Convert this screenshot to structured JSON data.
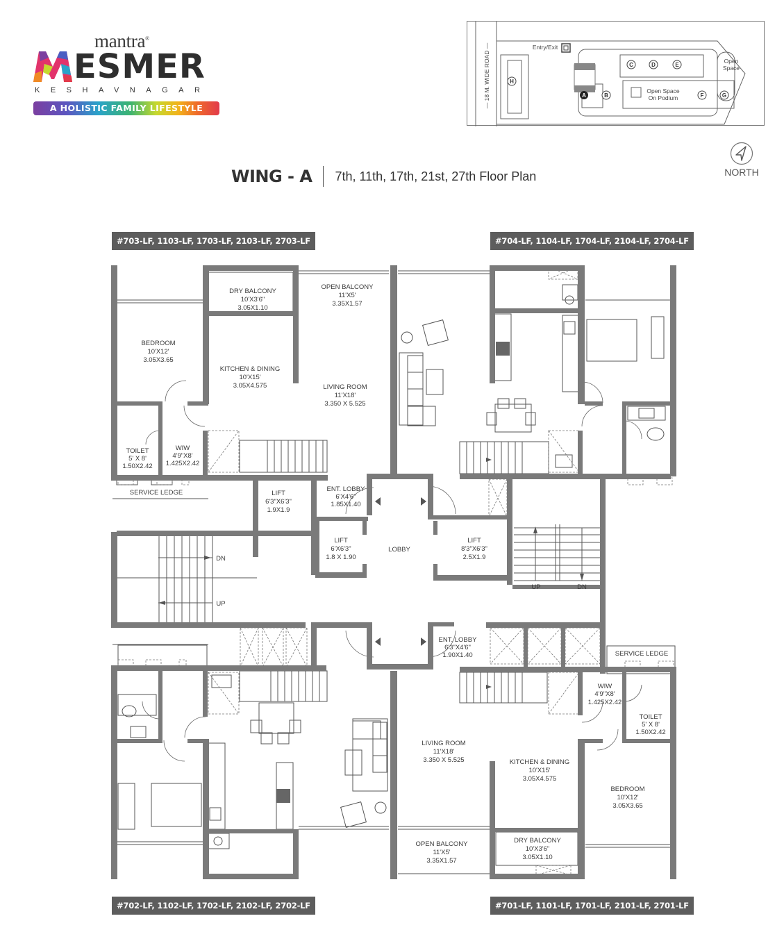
{
  "brand": {
    "small": "mantra",
    "registered": "®",
    "name_rest": "ESMER",
    "location": "KESHAVNAGAR",
    "tagline": "A HOLISTIC FAMILY LIFESTYLE",
    "colors": {
      "dark": "#2e2e2e",
      "badge": "#5d5d5d",
      "wall": "#7a7a7a"
    }
  },
  "keymap": {
    "road": "— 18 M. WIDE ROAD —",
    "entry": "Entry/Exit",
    "open_space": [
      "Open",
      "Space"
    ],
    "podium": [
      "Open Space",
      "On Podium"
    ],
    "wings": [
      "A",
      "B",
      "C",
      "D",
      "E",
      "F",
      "G",
      "H"
    ],
    "highlighted": "A"
  },
  "header": {
    "wing": "WING - A",
    "floors": "7th, 11th, 17th, 21st, 27th Floor Plan",
    "north": "NORTH"
  },
  "units": {
    "top_left": "#703-LF, 1103-LF, 1703-LF, 2103-LF, 2703-LF",
    "top_right": "#704-LF, 1104-LF, 1704-LF, 2104-LF, 2704-LF",
    "bottom_left": "#702-LF, 1102-LF, 1702-LF, 2102-LF, 2702-LF",
    "bottom_right": "#701-LF, 1101-LF, 1701-LF, 2101-LF, 2701-LF"
  },
  "rooms": {
    "tl_dry_balcony": {
      "name": "DRY BALCONY",
      "ft": "10'X3'6\"",
      "m": "3.05X1.10"
    },
    "tl_open_balcony": {
      "name": "OPEN BALCONY",
      "ft": "11'X5'",
      "m": "3.35X1.57"
    },
    "tl_bedroom": {
      "name": "BEDROOM",
      "ft": "10'X12'",
      "m": "3.05X3.65"
    },
    "tl_kitchen": {
      "name": "KITCHEN & DINING",
      "ft": "10'X15'",
      "m": "3.05X4.575"
    },
    "tl_living": {
      "name": "LIVING ROOM",
      "ft": "11'X18'",
      "m": "3.350 X 5.525"
    },
    "tl_toilet": {
      "name": "TOILET",
      "ft": "5' X 8'",
      "m": "1.50X2.42"
    },
    "tl_wiw": {
      "name": "WIW",
      "ft": "4'9\"X8'",
      "m": "1.425X2.42"
    },
    "tl_service": {
      "name": "SERVICE LEDGE"
    },
    "lift_1": {
      "name": "LIFT",
      "ft": "6'3\"X6'3\"",
      "m": "1.9X1.9"
    },
    "ent_lobby_top": {
      "name": "ENT. LOBBY",
      "ft": "6'X4'6\"",
      "m": "1.85X1.40"
    },
    "lift_2": {
      "name": "LIFT",
      "ft": "6'X6'3\"",
      "m": "1.8 X 1.90"
    },
    "lobby": {
      "name": "LOBBY"
    },
    "lift_3": {
      "name": "LIFT",
      "ft": "8'3\"X6'3\"",
      "m": "2.5X1.9"
    },
    "ent_lobby_bottom": {
      "name": "ENT. LOBBY",
      "ft": "6'3\"X4'6\"",
      "m": "1.90X1.40"
    },
    "br_service": {
      "name": "SERVICE LEDGE"
    },
    "br_wiw": {
      "name": "WIW",
      "ft": "4'9\"X8'",
      "m": "1.425X2.42"
    },
    "br_toilet": {
      "name": "TOILET",
      "ft": "5' X 8'",
      "m": "1.50X2.42"
    },
    "br_living": {
      "name": "LIVING ROOM",
      "ft": "11'X18'",
      "m": "3.350 X 5.525"
    },
    "br_kitchen": {
      "name": "KITCHEN & DINING",
      "ft": "10'X15'",
      "m": "3.05X4.575"
    },
    "br_bedroom": {
      "name": "BEDROOM",
      "ft": "10'X12'",
      "m": "3.05X3.65"
    },
    "br_open_balcony": {
      "name": "OPEN BALCONY",
      "ft": "11'X5'",
      "m": "3.35X1.57"
    },
    "br_dry_balcony": {
      "name": "DRY BALCONY",
      "ft": "10'X3'6\"",
      "m": "3.05X1.10"
    }
  },
  "stairs": {
    "left": {
      "dn": "DN",
      "up": "UP"
    },
    "right": {
      "up": "UP",
      "dn": "DN"
    }
  }
}
